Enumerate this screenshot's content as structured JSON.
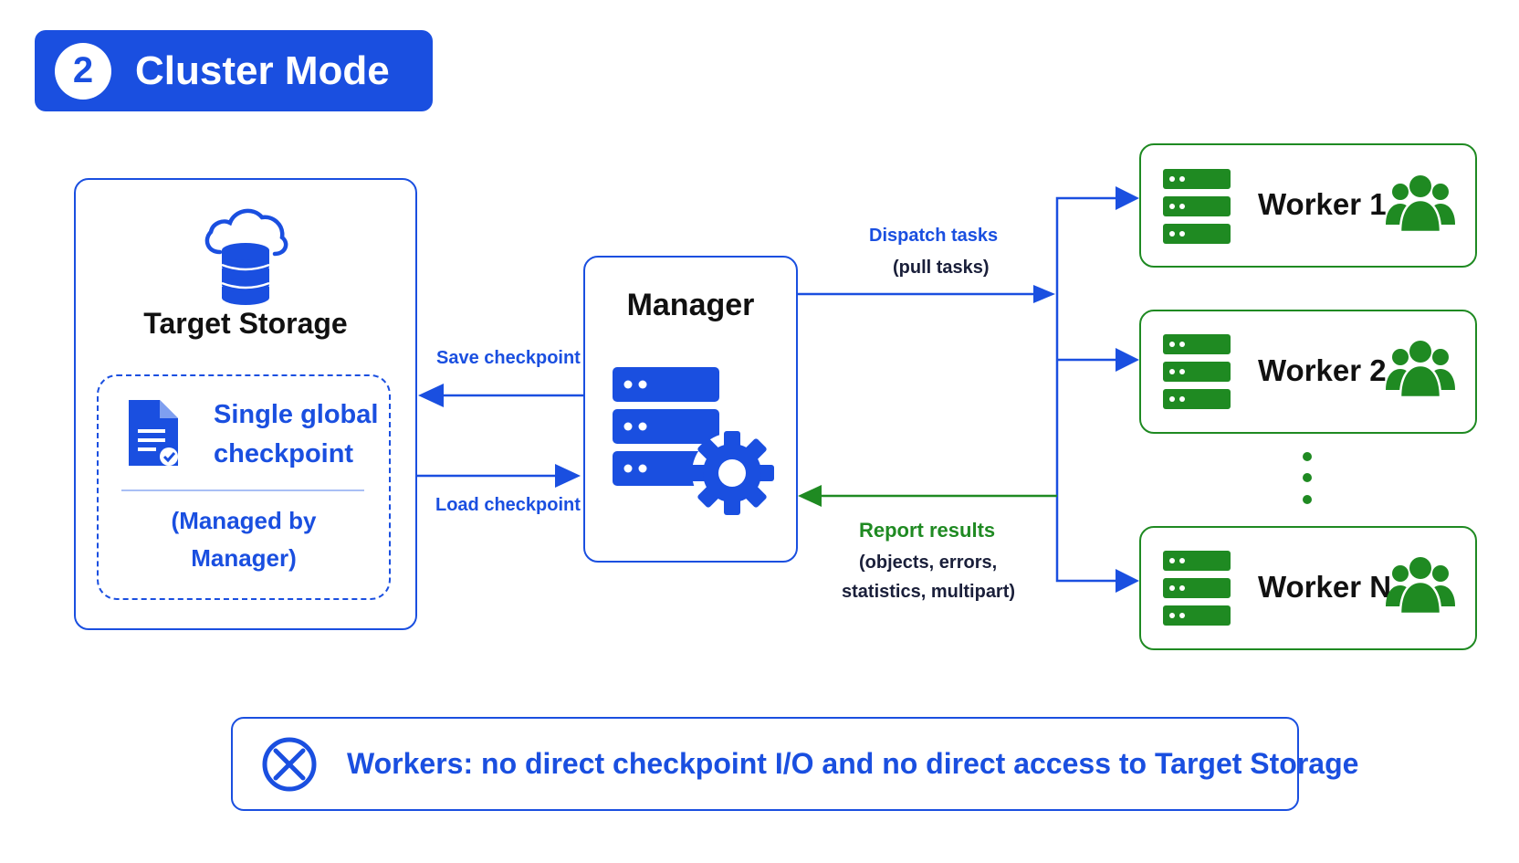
{
  "header": {
    "number": "2",
    "title": "Cluster Mode"
  },
  "target_storage": {
    "title": "Target Storage",
    "checkpoint_line1": "Single global",
    "checkpoint_line2": "checkpoint",
    "managed_line1": "(Managed by",
    "managed_line2": "Manager)"
  },
  "manager": {
    "title": "Manager"
  },
  "edges": {
    "save": "Save checkpoint",
    "load": "Load checkpoint",
    "dispatch": "Dispatch tasks",
    "dispatch_sub": "(pull tasks)",
    "report": "Report results",
    "report_sub1": "(objects, errors,",
    "report_sub2": "statistics, multipart)"
  },
  "workers": [
    {
      "label": "Worker 1"
    },
    {
      "label": "Worker 2"
    },
    {
      "label": "Worker N"
    }
  ],
  "note": {
    "text": "Workers: no direct checkpoint I/O and no direct access to Target Storage"
  },
  "colors": {
    "blue": "#1a4fe0",
    "green": "#1f8a22",
    "dark": "#111111"
  },
  "icons": [
    "cloud-database-icon",
    "document-check-icon",
    "server-gear-icon",
    "server-rack-icon",
    "user-group-icon",
    "prohibited-icon"
  ]
}
